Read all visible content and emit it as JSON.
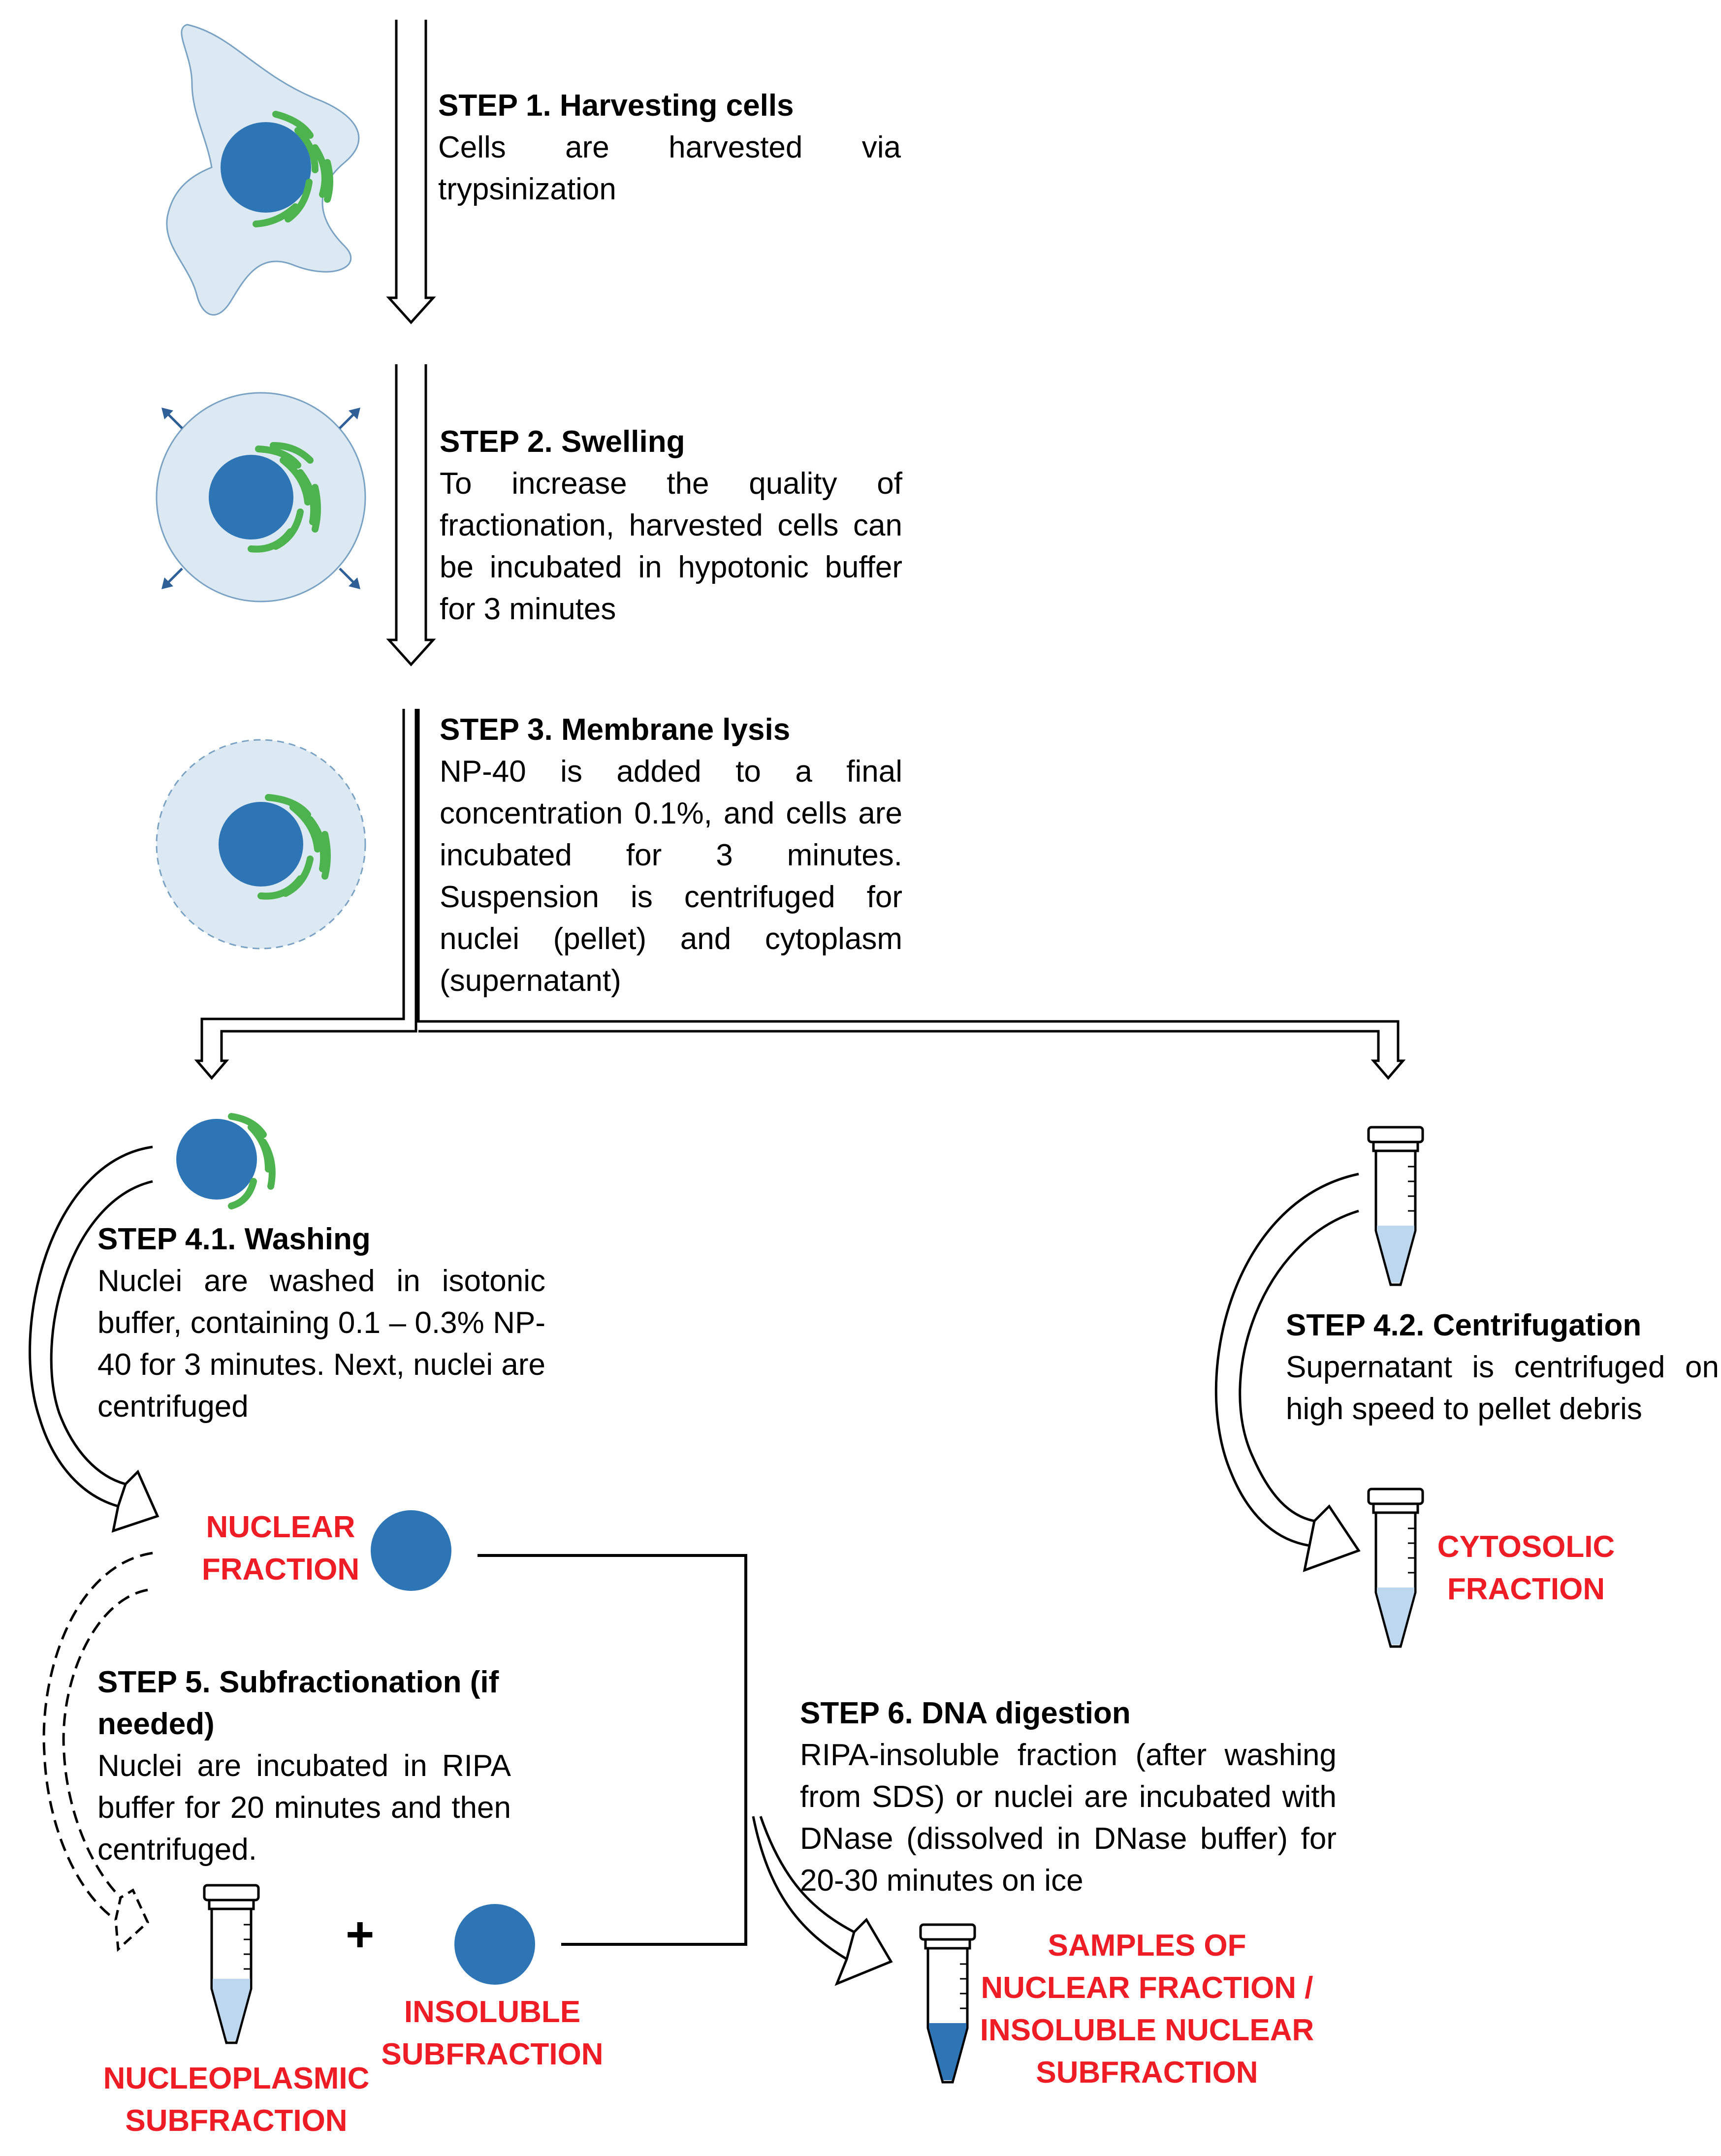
{
  "steps": {
    "s1": {
      "title": "STEP 1. Harvesting cells",
      "body": "Cells are harvested via trypsinization"
    },
    "s2": {
      "title": "STEP 2. Swelling",
      "body": "To increase the quality of fractionation, harvested cells can be incubated in hypotonic buffer for 3 minutes"
    },
    "s3": {
      "title": "STEP 3. Membrane lysis",
      "body": "NP-40 is added to a final concentration 0.1%, and cells are incubated for 3 minutes. Suspension is centrifuged for nuclei (pellet) and cytoplasm (supernatant)"
    },
    "s41": {
      "title": "STEP 4.1. Washing",
      "body": "Nuclei are washed in isotonic buffer, containing 0.1 – 0.3% NP-40 for 3 minutes. Next, nuclei are centrifuged"
    },
    "s42": {
      "title": "STEP 4.2. Centrifugation",
      "body": "Supernatant is centrifuged on high speed to pellet debris"
    },
    "s5": {
      "title": "STEP 5. Subfractionation (if needed)",
      "body": "Nuclei are incubated in RIPA buffer for 20 minutes and then centrifuged."
    },
    "s6": {
      "title": "STEP 6. DNA digestion",
      "body": "RIPA-insoluble fraction (after washing from SDS) or nuclei are incubated with DNase (dissolved in DNase buffer) for 20-30 minutes on ice"
    }
  },
  "labels": {
    "nuclear": {
      "l1": "NUCLEAR",
      "l2": "FRACTION"
    },
    "cytosolic": {
      "l1": "CYTOSOLIC",
      "l2": "FRACTION"
    },
    "nucleoplasmic": {
      "l1": "NUCLEOPLASMIC",
      "l2": "SUBFRACTION"
    },
    "insoluble": {
      "l1": "INSOLUBLE",
      "l2": "SUBFRACTION"
    },
    "samples": {
      "l1": "SAMPLES OF",
      "l2": "NUCLEAR FRACTION /",
      "l3": "INSOLUBLE NUCLEAR",
      "l4": "SUBFRACTION"
    }
  },
  "plus_sign": "+",
  "colors": {
    "nucleus": "#2e75b6",
    "organelle": "#4db34f",
    "cell": "#dce9f3",
    "label": "#ee1c25",
    "liquid": "#bdd7ee",
    "liquid_dark": "#2e75b6"
  }
}
